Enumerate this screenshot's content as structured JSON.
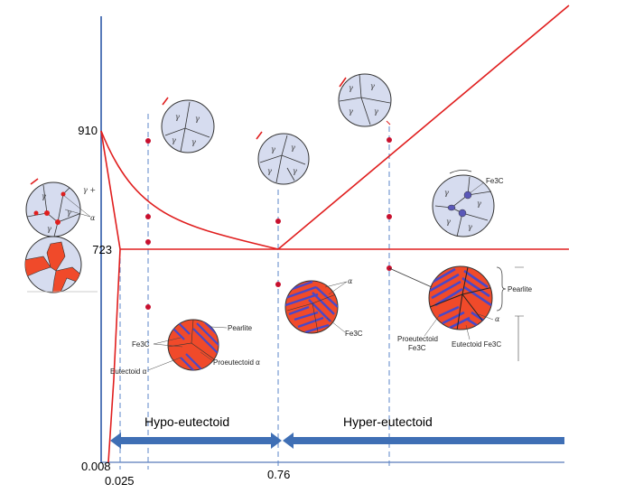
{
  "axis": {
    "y_ticks": [
      "910",
      "723"
    ],
    "x_ticks": [
      "0.008",
      "0.025",
      "0.76"
    ]
  },
  "regions": {
    "hypo": "Hypo-eutectoid",
    "hyper": "Hyper-eutectoid"
  },
  "grain_labels": {
    "gamma": "γ",
    "alpha": "α",
    "gamma_plus": "γ +",
    "fe3c": "Fe3C"
  },
  "annotations": {
    "pearlite": "Pearlite",
    "fe3c": "Fe3C",
    "eutectoid_alpha": "Eutectoid α",
    "proeutectoid_alpha": "Proeutectoid α",
    "proeutectoid_fe3c_line1": "Proeutectoid",
    "proeutectoid_fe3c_line2": "Fe3C",
    "eutectoid_fe3c": "Eutectoid Fe3C",
    "alpha": "α"
  },
  "colors": {
    "phase_line": "#e01e1e",
    "axis": "#2f5aa8",
    "dashed": "#5b86c9",
    "grain_fill": "#d6dcef",
    "ferrite": "#f04a2a",
    "lamella": "#6a5acd",
    "arrow": "#3f6fb5",
    "point": "#c8102e"
  }
}
